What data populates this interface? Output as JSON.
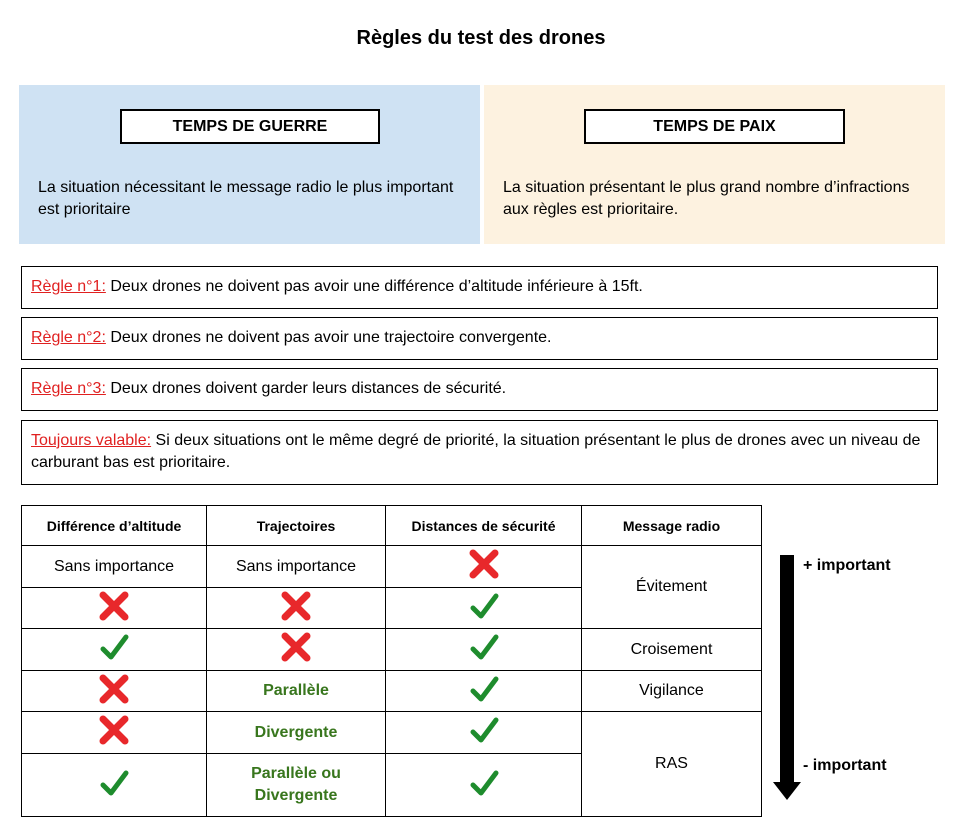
{
  "title": "Règles du test des drones",
  "war": {
    "header": "TEMPS DE GUERRE",
    "text": "La situation nécessitant le message radio le plus important est prioritaire",
    "bg": "#cfe2f3"
  },
  "peace": {
    "header": "TEMPS DE PAIX",
    "text": "La situation présentant le plus grand nombre d’infractions aux règles est prioritaire.",
    "bg": "#fdf2e0"
  },
  "rules": [
    {
      "label": "Règle n°1:",
      "text": " Deux drones ne doivent pas avoir une différence d’altitude inférieure à 15ft."
    },
    {
      "label": "Règle n°2:",
      "text": " Deux drones ne doivent pas avoir une trajectoire convergente."
    },
    {
      "label": "Règle n°3:",
      "text": " Deux drones doivent garder leurs distances de sécurité."
    },
    {
      "label": "Toujours valable:",
      "text": " Si deux situations ont le même degré de priorité, la situation présentant le plus de drones avec un niveau de carburant bas est prioritaire."
    }
  ],
  "table": {
    "headers": [
      "Différence d’altitude",
      "Trajectoires",
      "Distances de sécurité",
      "Message radio"
    ],
    "rows": [
      {
        "altitude": "Sans importance",
        "trajectoire": "Sans importance",
        "distance": "cross"
      },
      {
        "altitude": "cross",
        "trajectoire": "cross",
        "distance": "check"
      },
      {
        "altitude": "check",
        "trajectoire": "cross",
        "distance": "check"
      },
      {
        "altitude": "cross",
        "trajectoire": "Parallèle",
        "distance": "check"
      },
      {
        "altitude": "cross",
        "trajectoire": "Divergente",
        "distance": "check"
      },
      {
        "altitude": "check",
        "trajectoire": "Parallèle ou Divergente",
        "distance": "check"
      }
    ],
    "messages": [
      "Évitement",
      "Croisement",
      "Vigilance",
      "RAS"
    ]
  },
  "scale": {
    "top": "+ important",
    "bottom": "- important"
  },
  "colors": {
    "label_red": "#e02020",
    "cross": "#e8282b",
    "check": "#1e8c2d",
    "green_text": "#38761d"
  },
  "icons": {
    "cross": "cross-icon",
    "check": "check-icon"
  }
}
